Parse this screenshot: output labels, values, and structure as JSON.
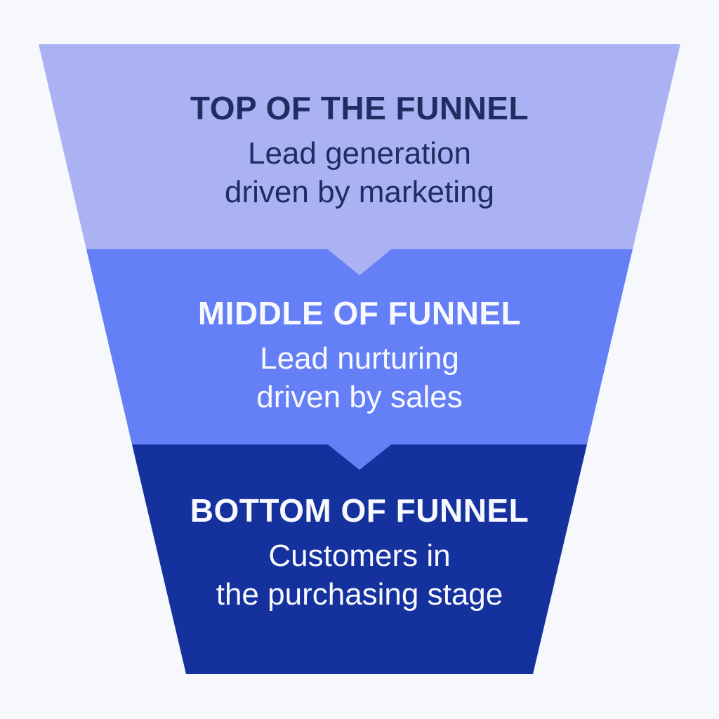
{
  "diagram": {
    "type": "funnel",
    "orientation": "inverted-trapezoid",
    "stages": [
      {
        "id": "top-of-funnel",
        "label": "TOP OF THE FUNNEL",
        "description_line1": "Lead generation",
        "description_line2": "driven by marketing",
        "fill": "#abb2f4",
        "text_color": "#1d2f61"
      },
      {
        "id": "middle-of-funnel",
        "label": "MIDDLE OF FUNNEL",
        "description_line1": "Lead nurturing",
        "description_line2": "driven by sales",
        "fill": "#6580f6",
        "text_color": "#f8f9ff"
      },
      {
        "id": "bottom-of-funnel",
        "label": "BOTTOM OF FUNNEL",
        "description_line1": "Customers in",
        "description_line2": "the purchasing stage",
        "fill": "#15319d",
        "text_color": "#f8f9ff"
      }
    ]
  },
  "colors": {
    "background": "#f6f8fb",
    "top_stage": "#abb2f4",
    "middle_stage": "#6580f6",
    "bottom_stage": "#15319d",
    "dark_text": "#1d2f61",
    "light_text": "#f8f9ff"
  }
}
